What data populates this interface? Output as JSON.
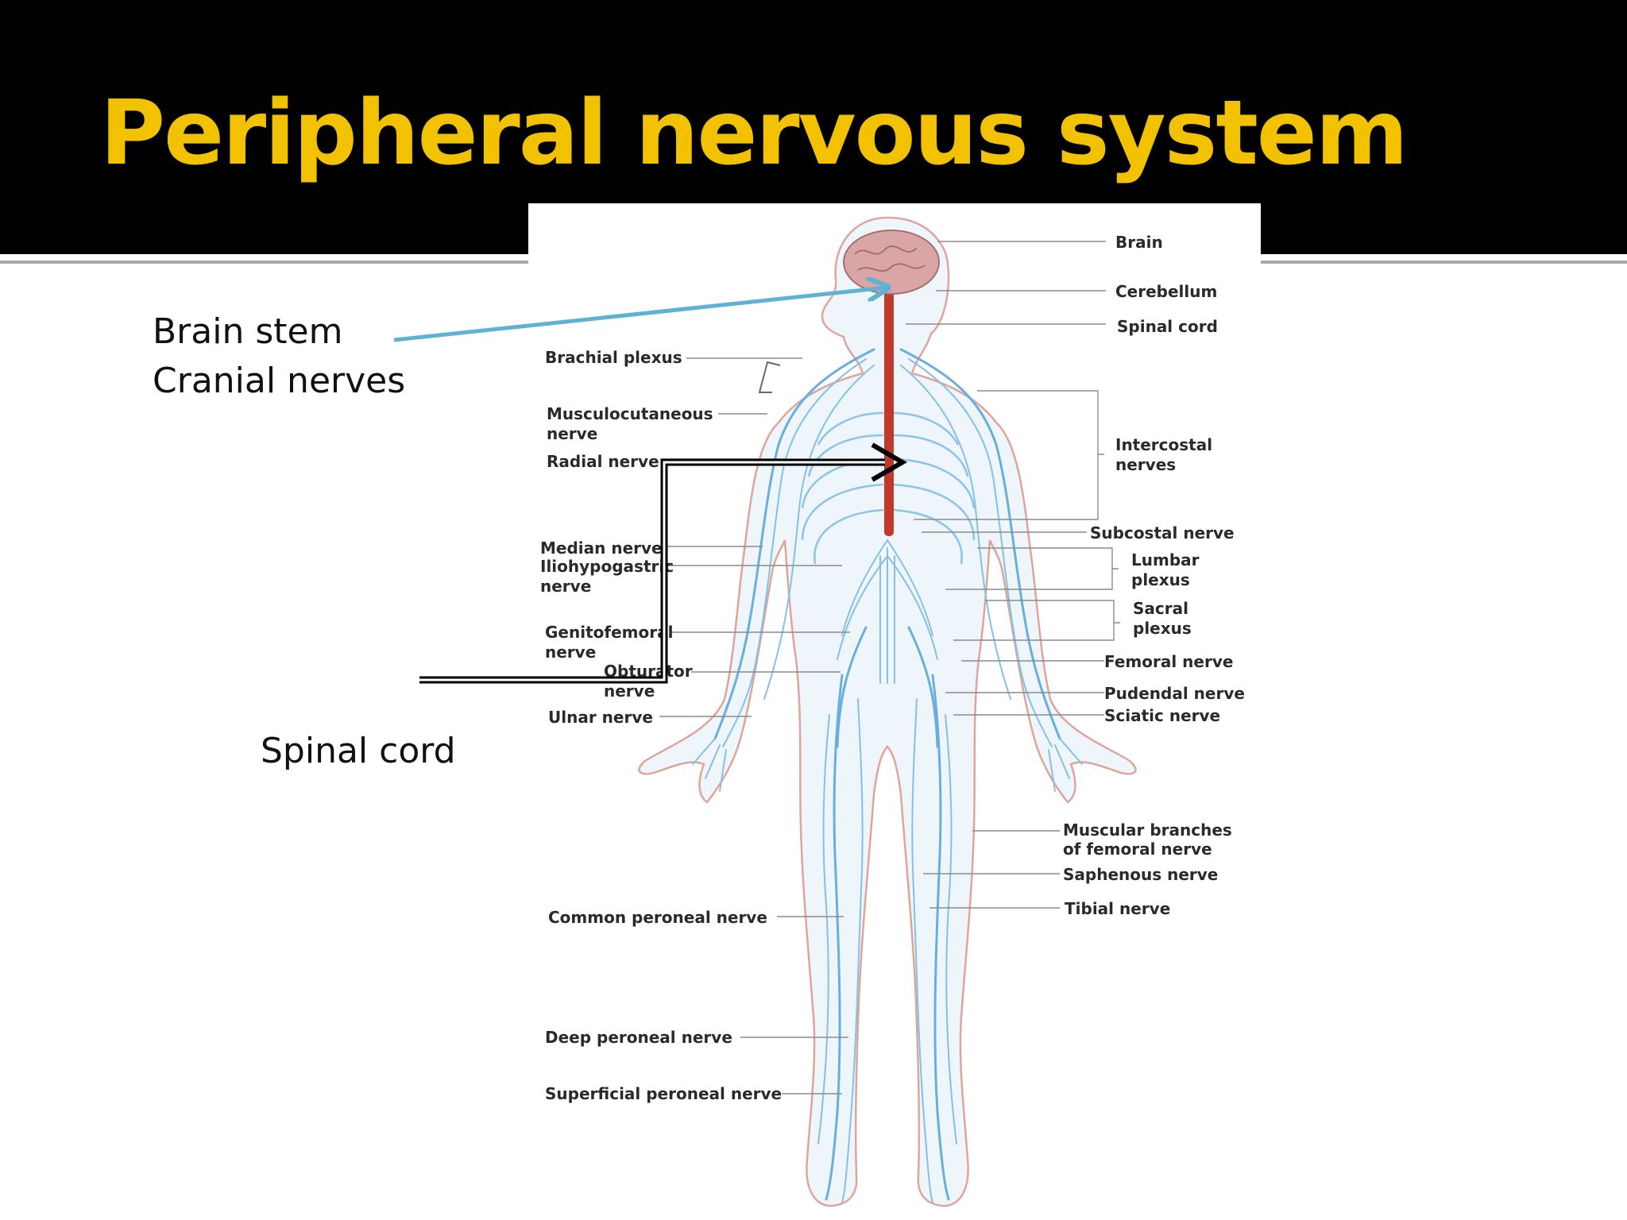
{
  "slide": {
    "title": "Peripheral nervous system"
  },
  "callouts": {
    "brainstem_line1": "Brain stem",
    "brainstem_line2": "Cranial nerves",
    "spinal_cord": "Spinal cord"
  },
  "diagram": {
    "labels_right": [
      "Brain",
      "Cerebellum",
      "Spinal cord",
      "Intercostal",
      "nerves",
      "Subcostal nerve",
      "Lumbar",
      "plexus",
      "Sacral",
      "plexus",
      "Femoral nerve",
      "Pudendal nerve",
      "Sciatic nerve",
      "Muscular branches",
      "of femoral nerve",
      "Saphenous nerve",
      "Tibial nerve"
    ],
    "labels_left": [
      "Brachial plexus",
      "Musculocutaneous",
      "nerve",
      "Radial nerve",
      "Median nerve",
      "Iliohypogastric",
      "nerve",
      "Genitofemoral",
      "nerve",
      "Obturator",
      "nerve",
      "Ulnar nerve",
      "Common peroneal nerve",
      "Deep peroneal nerve",
      "Superficial peroneal nerve"
    ]
  },
  "colors": {
    "header_bg": "#000000",
    "title": "#f2c200",
    "nerve": "#6aaede",
    "spinal_cord": "#c0392b",
    "brain": "#d9a5a5",
    "arrow_brainstem": "#5fb2d4",
    "arrow_spinal": "#000000"
  }
}
